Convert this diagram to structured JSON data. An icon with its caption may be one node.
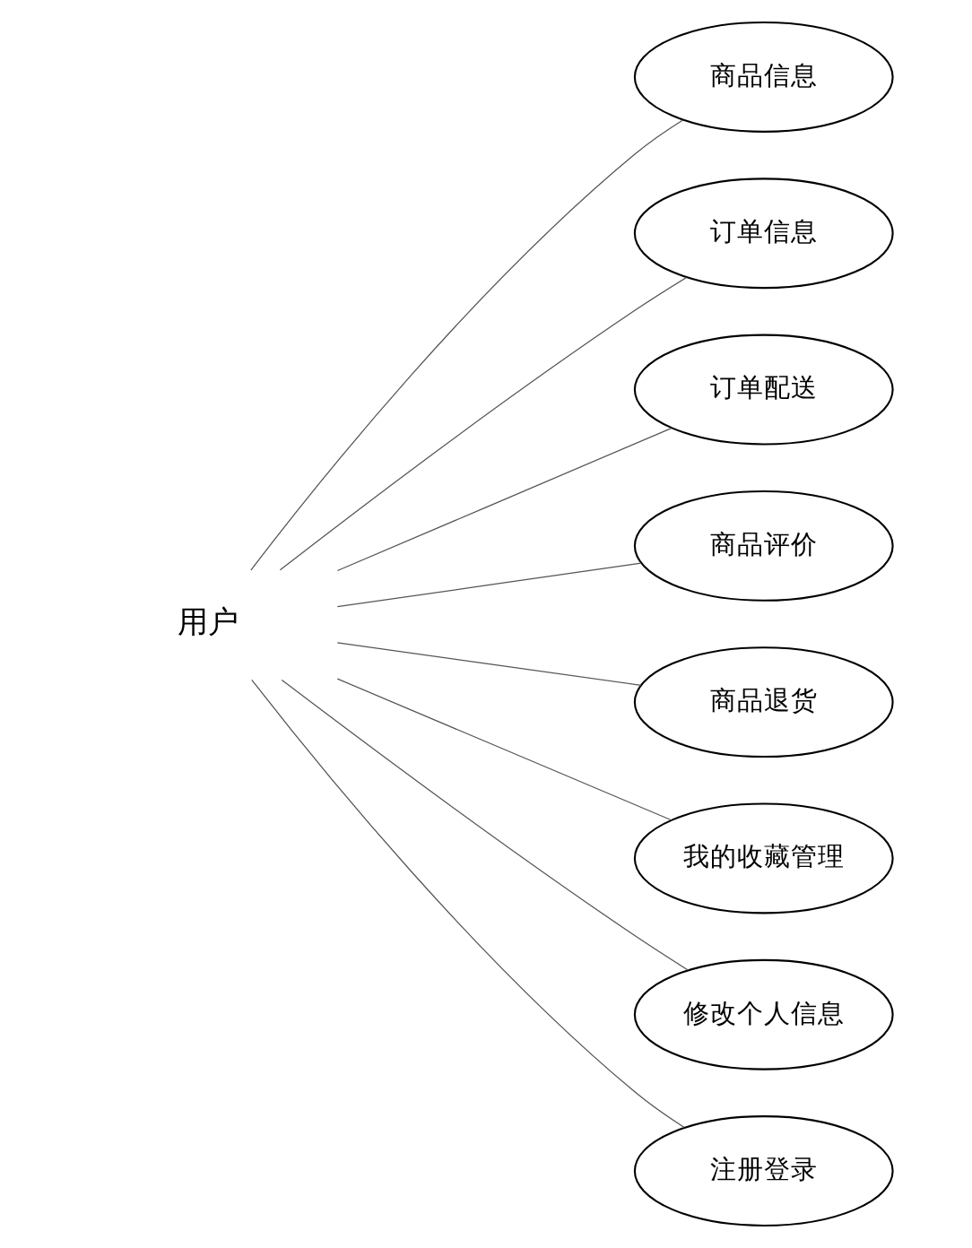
{
  "diagram": {
    "nodes": [
      {
        "text": [
          "用户"
        ]
      },
      {
        "text": [
          "商品信息"
        ]
      },
      {
        "text": [
          "订单信息"
        ]
      },
      {
        "text": [
          "订单配送"
        ]
      },
      {
        "text": [
          "商品评价"
        ]
      },
      {
        "text": [
          "商品退货"
        ]
      },
      {
        "text": [
          "我的收藏管理"
        ]
      },
      {
        "text": [
          "修改个人信息"
        ]
      },
      {
        "text": [
          "注册登录"
        ]
      }
    ],
    "edges": [
      {
        "from": 0,
        "to": 1,
        "arrow": "none"
      },
      {
        "from": 0,
        "to": 2,
        "arrow": "none"
      },
      {
        "from": 0,
        "to": 3,
        "arrow": "none"
      },
      {
        "from": 0,
        "to": 4,
        "arrow": "none"
      },
      {
        "from": 0,
        "to": 5,
        "arrow": "none"
      },
      {
        "from": 0,
        "to": 6,
        "arrow": "none"
      },
      {
        "from": 0,
        "to": 7,
        "arrow": "none"
      },
      {
        "from": 0,
        "to": 8,
        "arrow": "none"
      }
    ]
  }
}
